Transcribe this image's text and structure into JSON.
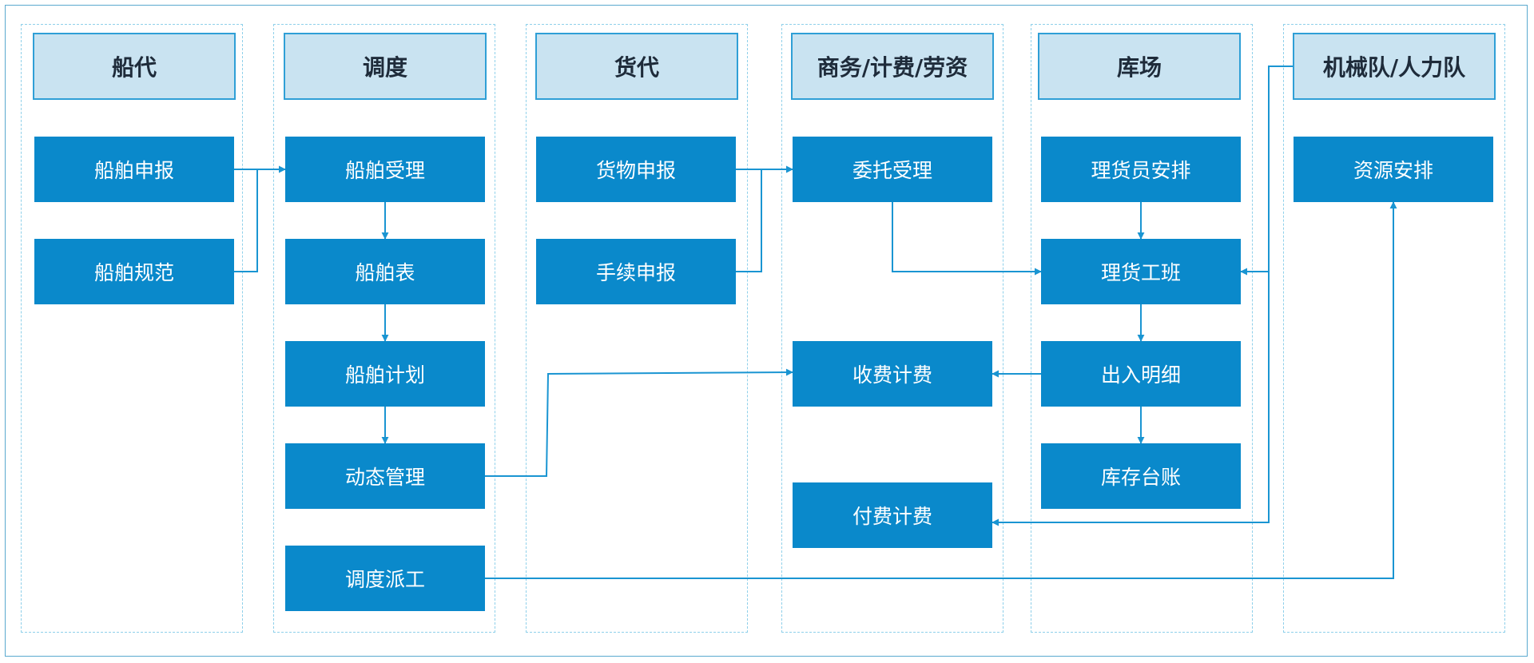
{
  "lanes": [
    {
      "id": "shipagent",
      "title": "船代"
    },
    {
      "id": "dispatch",
      "title": "调度"
    },
    {
      "id": "freight",
      "title": "货代"
    },
    {
      "id": "commerce",
      "title": "商务/计费/劳资"
    },
    {
      "id": "yard",
      "title": "库场"
    },
    {
      "id": "machinery",
      "title": "机械队/人力队"
    }
  ],
  "nodes": {
    "ship_declare": "船舶申报",
    "ship_spec": "船舶规范",
    "ship_accept": "船舶受理",
    "ship_table": "船舶表",
    "ship_plan": "船舶计划",
    "dynamic_mgmt": "动态管理",
    "dispatch_work": "调度派工",
    "cargo_declare": "货物申报",
    "procedure_declare": "手续申报",
    "commission_accept": "委托受理",
    "charge_billing": "收费计费",
    "payment_billing": "付费计费",
    "tally_arrange": "理货员安排",
    "tally_team": "理货工班",
    "inout_detail": "出入明细",
    "inventory_ledger": "库存台账",
    "resource_arrange": "资源安排"
  },
  "colors": {
    "node_fill": "#0a89cb",
    "header_fill": "#c9e3f1",
    "header_border": "#2f9fd6",
    "lane_border": "#8fd0ea",
    "edge": "#1a95d2"
  }
}
